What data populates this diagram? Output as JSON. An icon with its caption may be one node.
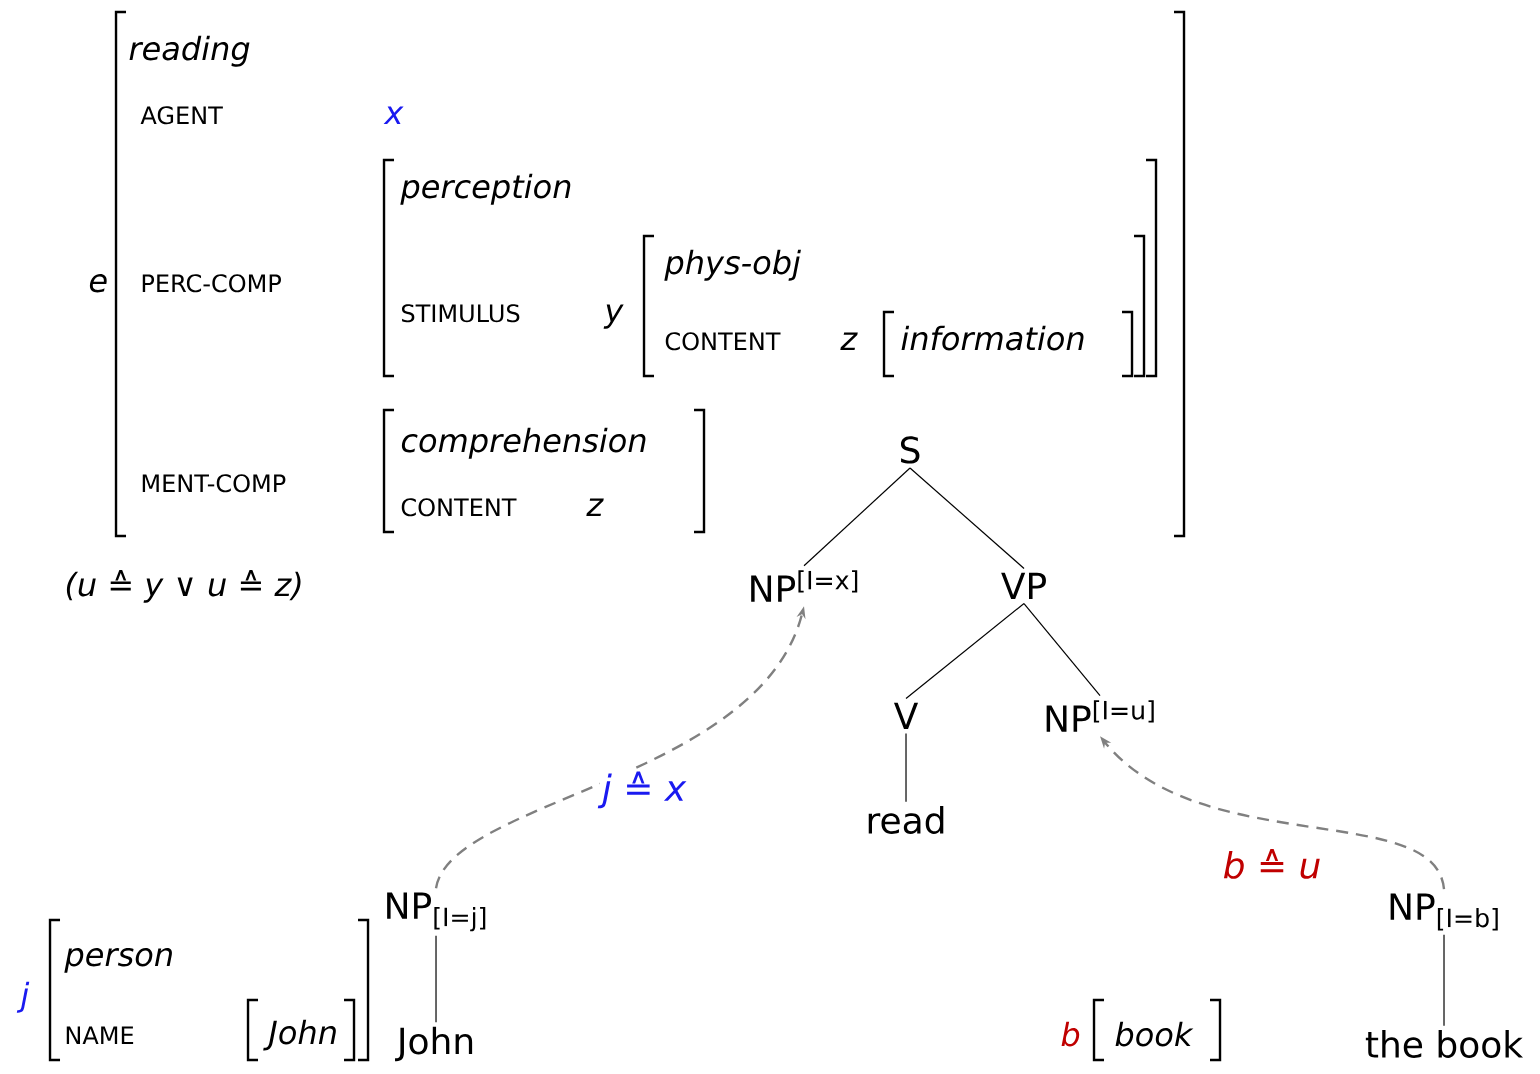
{
  "diagram": {
    "nodes": [
      {
        "text": [
          "S"
        ]
      },
      {
        "text": [
          "NP$^{[I=x]}$"
        ]
      },
      {
        "text": [
          "VP"
        ]
      },
      {
        "text": [
          "V"
        ]
      },
      {
        "text": [
          "NP$^{[I=u]}$"
        ]
      },
      {
        "text": [
          "read"
        ]
      },
      {
        "text": [
          "NP$_{[I=j]}$"
        ]
      },
      {
        "text": [
          "John"
        ]
      },
      {
        "text": [
          "NP$_{[I=b]}$"
        ]
      },
      {
        "text": [
          "the book"
        ]
      }
    ],
    "edges": [
      {
        "from": 0,
        "to": 1,
        "arrow": "none"
      },
      {
        "from": 0,
        "to": 2,
        "arrow": "none"
      },
      {
        "from": 2,
        "to": 3,
        "arrow": "none"
      },
      {
        "from": 2,
        "to": 4,
        "arrow": "none"
      },
      {
        "from": 3,
        "to": 5,
        "arrow": "none"
      },
      {
        "from": 6,
        "to": 7,
        "arrow": "none"
      },
      {
        "from": 8,
        "to": 9,
        "arrow": "none"
      },
      {
        "from": 6,
        "to": 1,
        "arrow": "to",
        "label": "j ≙ x",
        "style": "dashed",
        "color": "#808080"
      },
      {
        "from": 8,
        "to": 4,
        "arrow": "to",
        "label": "b ≙ u",
        "style": "dashed",
        "color": "#808080"
      }
    ],
    "labels": [
      "reading",
      "AGENT",
      "x",
      "e",
      "PERC-COMP",
      "perception",
      "STIMULUS",
      "y",
      "phys-obj",
      "CONTENT",
      "z",
      "information",
      "MENT-COMP",
      "comprehension",
      "CONTENT",
      "z",
      "(u ≙ y ∨ u ≙ z)",
      "j",
      "person",
      "NAME",
      "John",
      "b",
      "book"
    ]
  }
}
